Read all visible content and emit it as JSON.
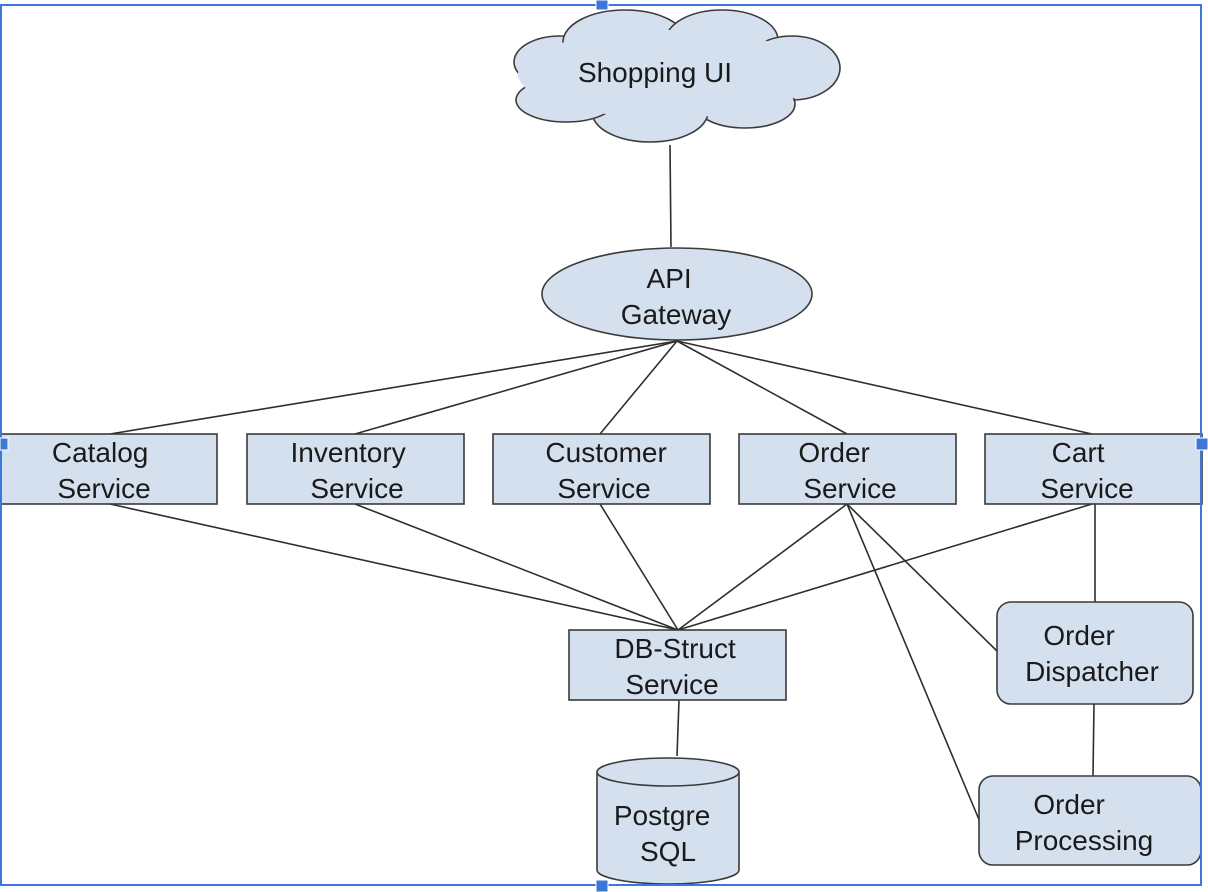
{
  "diagram": {
    "colors": {
      "node_fill": "#d5e0ef",
      "node_stroke": "#3a3a3a",
      "edge": "#2e2e2e",
      "selection": "#3c78d8"
    },
    "nodes": {
      "shopping_ui": {
        "shape": "cloud",
        "lines": [
          "Shopping UI"
        ]
      },
      "api_gateway": {
        "shape": "ellipse",
        "lines": [
          "API",
          "Gateway"
        ]
      },
      "catalog_service": {
        "shape": "rectangle",
        "lines": [
          "Catalog",
          "Service"
        ]
      },
      "inventory_service": {
        "shape": "rectangle",
        "lines": [
          "Inventory",
          "Service"
        ]
      },
      "customer_service": {
        "shape": "rectangle",
        "lines": [
          "Customer",
          "Service"
        ]
      },
      "order_service": {
        "shape": "rectangle",
        "lines": [
          "Order",
          "Service"
        ]
      },
      "cart_service": {
        "shape": "rectangle",
        "lines": [
          "Cart",
          "Service"
        ]
      },
      "db_struct_service": {
        "shape": "rectangle",
        "lines": [
          "DB-Struct",
          "Service"
        ]
      },
      "postgre_sql": {
        "shape": "cylinder",
        "lines": [
          "Postgre",
          "SQL"
        ]
      },
      "order_dispatcher": {
        "shape": "rounded-rectangle",
        "lines": [
          "Order",
          "Dispatcher"
        ]
      },
      "order_processing": {
        "shape": "rounded-rectangle",
        "lines": [
          "Order",
          "Processing"
        ]
      }
    },
    "edges": [
      [
        "shopping_ui",
        "api_gateway"
      ],
      [
        "api_gateway",
        "catalog_service"
      ],
      [
        "api_gateway",
        "inventory_service"
      ],
      [
        "api_gateway",
        "customer_service"
      ],
      [
        "api_gateway",
        "order_service"
      ],
      [
        "api_gateway",
        "cart_service"
      ],
      [
        "catalog_service",
        "db_struct_service"
      ],
      [
        "inventory_service",
        "db_struct_service"
      ],
      [
        "customer_service",
        "db_struct_service"
      ],
      [
        "order_service",
        "db_struct_service"
      ],
      [
        "cart_service",
        "db_struct_service"
      ],
      [
        "db_struct_service",
        "postgre_sql"
      ],
      [
        "order_service",
        "order_dispatcher"
      ],
      [
        "order_service",
        "order_processing"
      ],
      [
        "cart_service",
        "order_dispatcher"
      ],
      [
        "order_dispatcher",
        "order_processing"
      ]
    ]
  }
}
